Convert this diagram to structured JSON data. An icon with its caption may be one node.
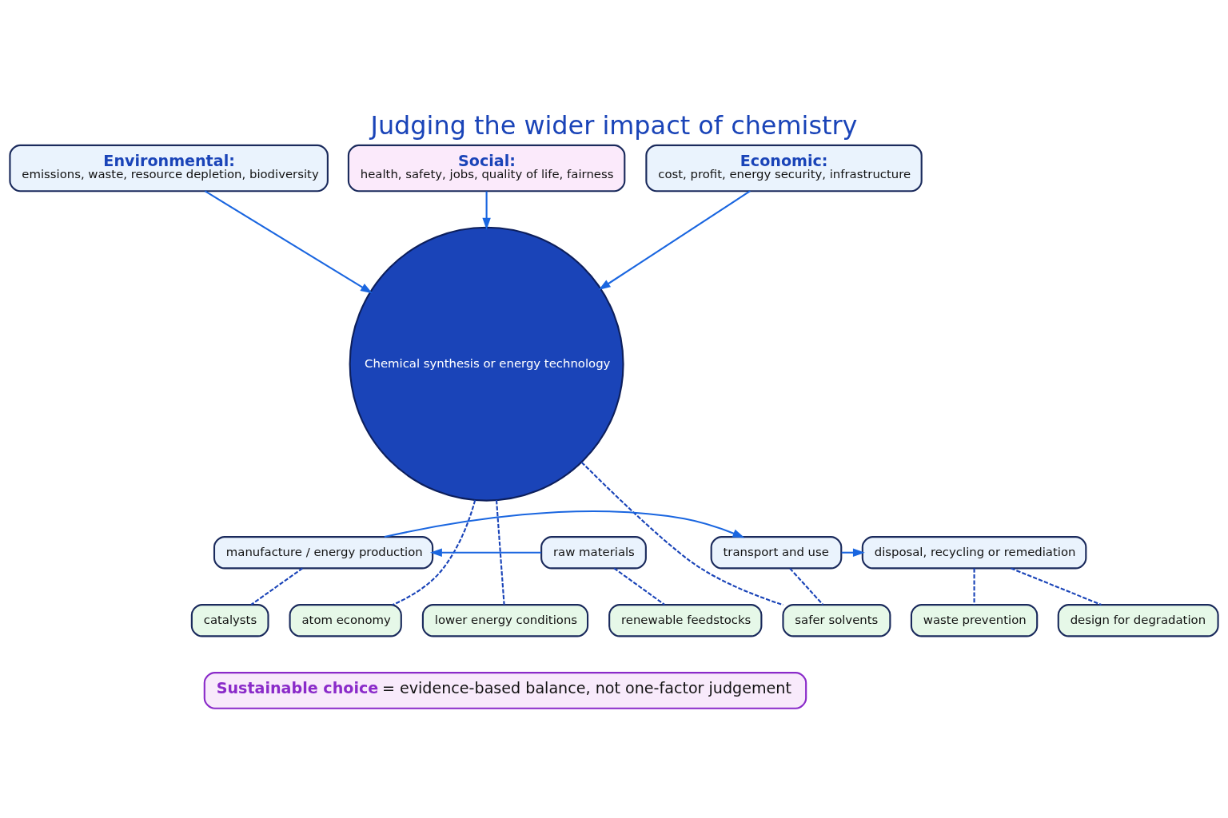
{
  "diagram": {
    "title": "Judging the wider impact of chemistry",
    "nodes": [
      {
        "text": [
          "Environmental:",
          "emissions, waste, resource depletion, biodiversity"
        ]
      },
      {
        "text": [
          "Social:",
          "health, safety, jobs, quality of life, fairness"
        ]
      },
      {
        "text": [
          "Economic:",
          "cost, profit, energy security, infrastructure"
        ]
      },
      {
        "text": [
          "Chemical synthesis or energy technology"
        ]
      },
      {
        "text": [
          "raw materials"
        ]
      },
      {
        "text": [
          "manufacture / energy production"
        ]
      },
      {
        "text": [
          "transport and use"
        ]
      },
      {
        "text": [
          "disposal, recycling or remediation"
        ]
      },
      {
        "text": [
          "renewable feedstocks"
        ]
      },
      {
        "text": [
          "atom economy"
        ]
      },
      {
        "text": [
          "catalysts"
        ]
      },
      {
        "text": [
          "lower energy conditions"
        ]
      },
      {
        "text": [
          "safer solvents"
        ]
      },
      {
        "text": [
          "design for degradation"
        ]
      },
      {
        "text": [
          "waste prevention"
        ]
      },
      {
        "text": [
          "Sustainable choice",
          "= evidence-based balance, not one-factor judgement"
        ]
      }
    ],
    "edges": [
      {
        "from": 0,
        "to": 3,
        "arrow": "to"
      },
      {
        "from": 1,
        "to": 3,
        "arrow": "to"
      },
      {
        "from": 2,
        "to": 3,
        "arrow": "to"
      },
      {
        "from": 4,
        "to": 5,
        "arrow": "to"
      },
      {
        "from": 5,
        "to": 6,
        "arrow": "to"
      },
      {
        "from": 6,
        "to": 7,
        "arrow": "to"
      },
      {
        "from": 4,
        "to": 8,
        "arrow": "none",
        "style": "dashed"
      },
      {
        "from": 5,
        "to": 10,
        "arrow": "none",
        "style": "dashed"
      },
      {
        "from": 3,
        "to": 9,
        "arrow": "none",
        "style": "dashed"
      },
      {
        "from": 3,
        "to": 11,
        "arrow": "none",
        "style": "dashed"
      },
      {
        "from": 3,
        "to": 12,
        "arrow": "none",
        "style": "dashed"
      },
      {
        "from": 6,
        "to": 12,
        "arrow": "none",
        "style": "dashed"
      },
      {
        "from": 7,
        "to": 13,
        "arrow": "none",
        "style": "dashed"
      },
      {
        "from": 7,
        "to": 14,
        "arrow": "none",
        "style": "dashed"
      }
    ]
  }
}
